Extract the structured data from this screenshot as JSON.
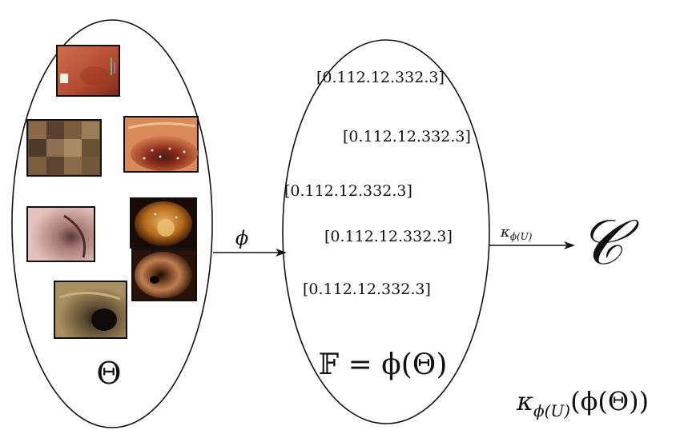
{
  "input_set": {
    "label": "Θ",
    "images": [
      {
        "name": "endoscopy-thumb-reddish-top",
        "color": "#b5563d"
      },
      {
        "name": "endoscopy-thumb-pixelated",
        "color": "#7a5a3c"
      },
      {
        "name": "endoscopy-thumb-polyp-red",
        "color": "#a8432c"
      },
      {
        "name": "endoscopy-thumb-pink-lumen",
        "color": "#c99a94"
      },
      {
        "name": "endoscopy-thumb-orange-polyp",
        "color": "#b56a1c"
      },
      {
        "name": "endoscopy-thumb-tunnel",
        "color": "#9a5a2e"
      },
      {
        "name": "endoscopy-thumb-dark-lumen",
        "color": "#6b5a3a"
      }
    ]
  },
  "mapping": {
    "phi_label": "ϕ",
    "kappa_label_main": "κ",
    "kappa_label_sub": "ϕ(U)"
  },
  "feature_set": {
    "vectors": [
      "[0.112.12.332.3]",
      "[0.112.12.332.3]",
      "[0.112.12.332.3]",
      "[0.112.12.332.3]",
      "[0.112.12.332.3]"
    ],
    "formula": "𝔽 = ϕ(Θ)"
  },
  "output": {
    "cluster_symbol": "𝒞",
    "expression_main": "κ",
    "expression_sub": "ϕ(U)",
    "expression_tail": "(ϕ(Θ))"
  }
}
